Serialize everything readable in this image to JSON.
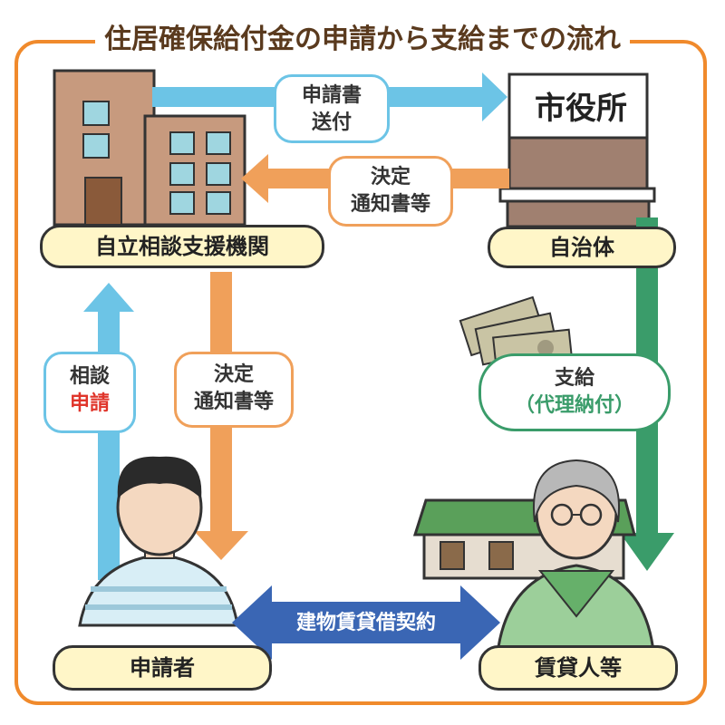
{
  "title": "住居確保給付金の申請から支給までの流れ",
  "nodes": {
    "support_agency": "自立相談支援機関",
    "municipality": "自治体",
    "applicant": "申請者",
    "landlord": "賃貸人等"
  },
  "city_hall_sign": "市役所",
  "arrows": {
    "application_send_line1": "申請書",
    "application_send_line2": "送付",
    "decision_top_line1": "決定",
    "decision_top_line2": "通知書等",
    "consult_line1": "相談",
    "consult_line2": "申請",
    "decision_mid_line1": "決定",
    "decision_mid_line2": "通知書等",
    "payment_line1": "支給",
    "payment_line2": "（代理納付）",
    "contract": "建物賃貸借契約"
  },
  "colors": {
    "frame": "#f08a2c",
    "blue_arrow": "#6cc4e6",
    "orange_arrow": "#f0a05a",
    "green_arrow": "#3a9c6a",
    "contract_arrow": "#3a66b4",
    "apply_red": "#e0352b"
  }
}
